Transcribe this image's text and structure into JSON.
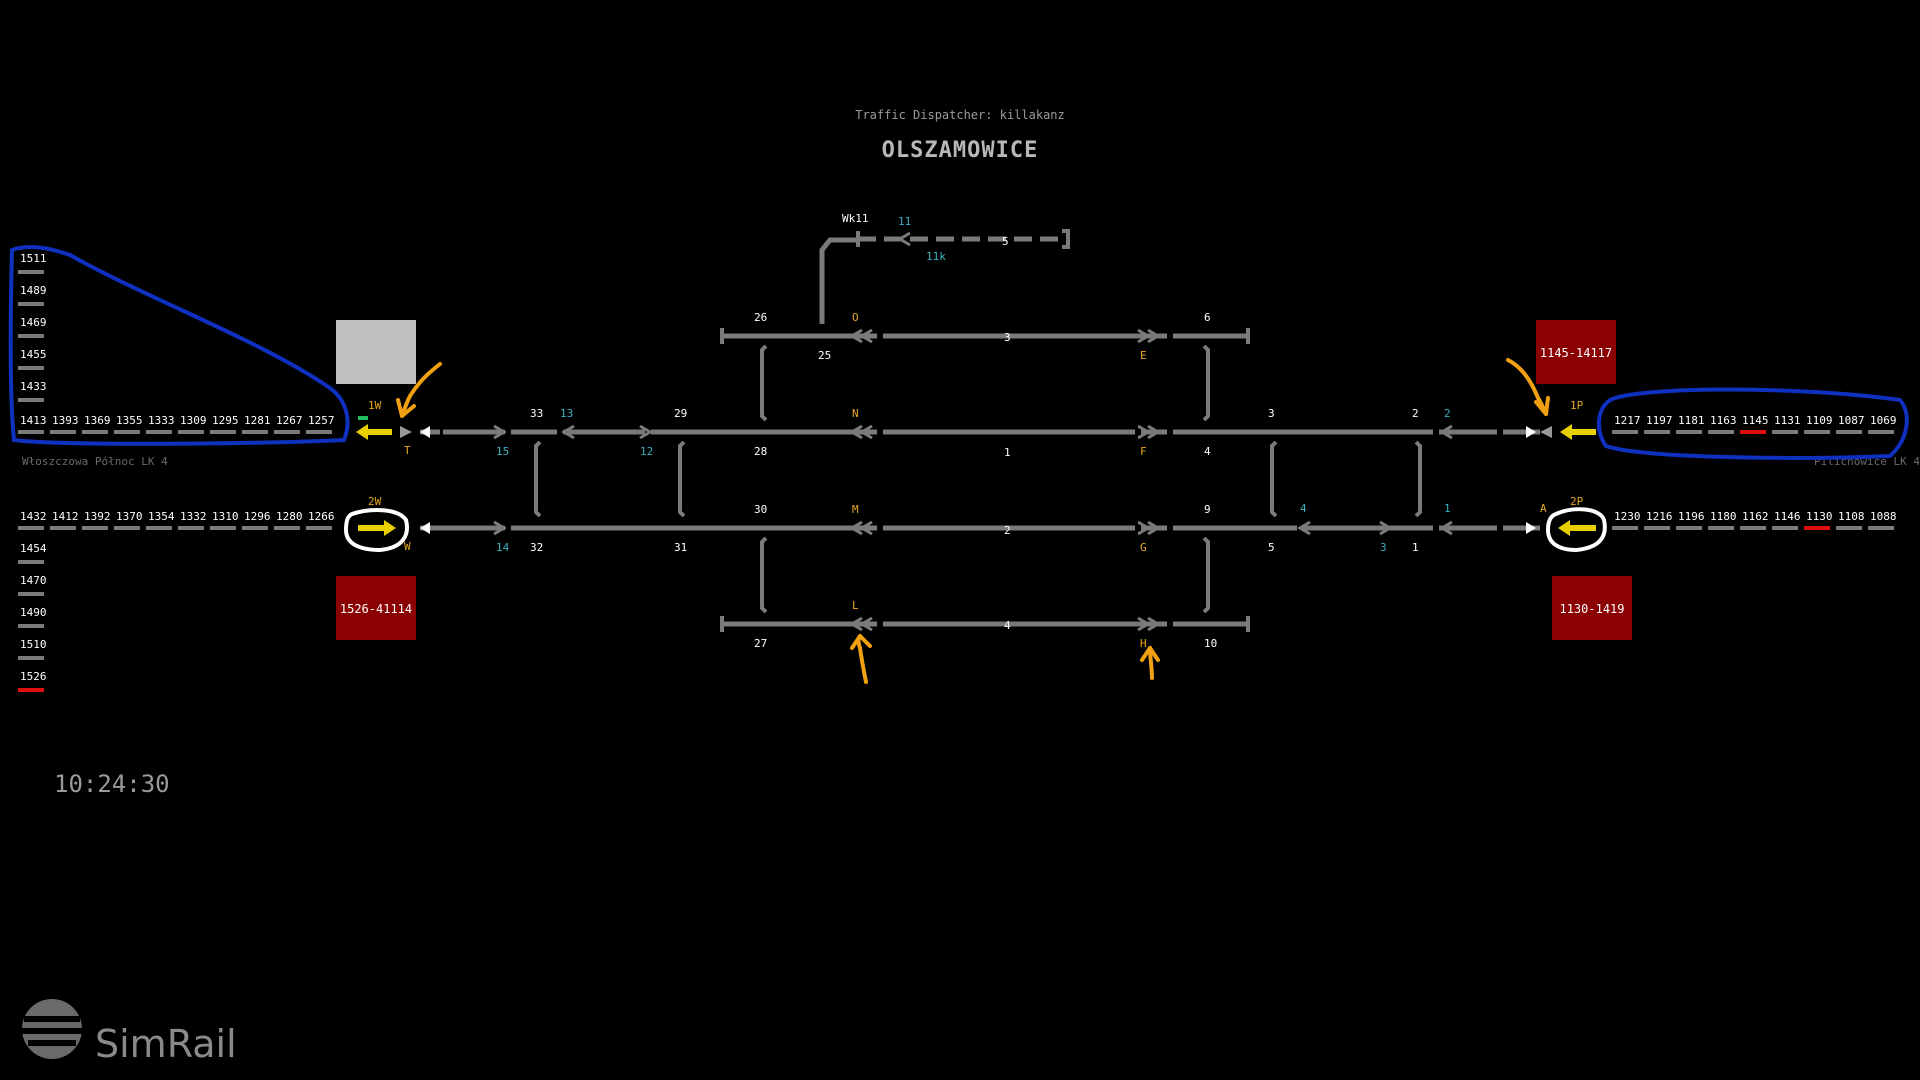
{
  "header": {
    "dispatcher": "Traffic Dispatcher: killakanz",
    "station": "OLSZAMOWICE"
  },
  "clock": "10:24:30",
  "brand": {
    "name": "SimRail"
  },
  "line_labels": {
    "left": "Włoszczowa Północ LK 4",
    "right": "Pilichowice LK 4"
  },
  "colors": {
    "track": "#7a7a7a",
    "occupied": "#e8d000",
    "signal_label": "#e6a81f",
    "switch_label": "#3ab0c0",
    "alert_box": "#8b0000",
    "annotation_blue": "#1030c0",
    "annotation_orange": "#f0a010",
    "annotation_white": "#ffffff"
  },
  "blocks": {
    "top_left_row": [
      "1413",
      "1393",
      "1369",
      "1355",
      "1333",
      "1309",
      "1295",
      "1281",
      "1267",
      "1257"
    ],
    "top_left_col": [
      "1511",
      "1489",
      "1469",
      "1455",
      "1433"
    ],
    "bottom_left_row": [
      "1432",
      "1412",
      "1392",
      "1370",
      "1354",
      "1332",
      "1310",
      "1296",
      "1280",
      "1266"
    ],
    "bottom_left_col": [
      "1454",
      "1470",
      "1490",
      "1510",
      "1526"
    ],
    "top_right_row": [
      "1217",
      "1197",
      "1181",
      "1163",
      "1145",
      "1131",
      "1109",
      "1087",
      "1069"
    ],
    "bottom_right_row": [
      "1230",
      "1216",
      "1196",
      "1180",
      "1162",
      "1146",
      "1130",
      "1108",
      "1088"
    ]
  },
  "train_boxes": {
    "top_right": "1145-14117",
    "bottom_left": "1526-41114",
    "bottom_right": "1130-1419"
  },
  "signals": {
    "1W": "1W",
    "2W": "2W",
    "1P": "1P",
    "2P": "2P",
    "T": "T",
    "W": "W",
    "O": "O",
    "N": "N",
    "M": "M",
    "L": "L",
    "E": "E",
    "F": "F",
    "G": "G",
    "H": "H",
    "A": "A"
  },
  "track_numbers": {
    "t1": "1",
    "t2": "2",
    "t3": "3",
    "t4": "4",
    "t5": "5",
    "wk": "Wk11"
  },
  "switches": {
    "s13": "13",
    "s15": "15",
    "s12": "12",
    "s14": "14",
    "s4": "4",
    "s2": "2",
    "s1": "1",
    "s3": "3",
    "s11": "11",
    "s11k": "11k"
  },
  "pts": {
    "p33": "33",
    "p29": "29",
    "p26": "26",
    "p25": "25",
    "p28": "28",
    "p30": "30",
    "p31": "31",
    "p32": "32",
    "p27": "27",
    "p6": "6",
    "p3": "3",
    "p2": "2",
    "p4": "4",
    "p9": "9",
    "p5": "5",
    "p1": "1",
    "p10": "10"
  }
}
